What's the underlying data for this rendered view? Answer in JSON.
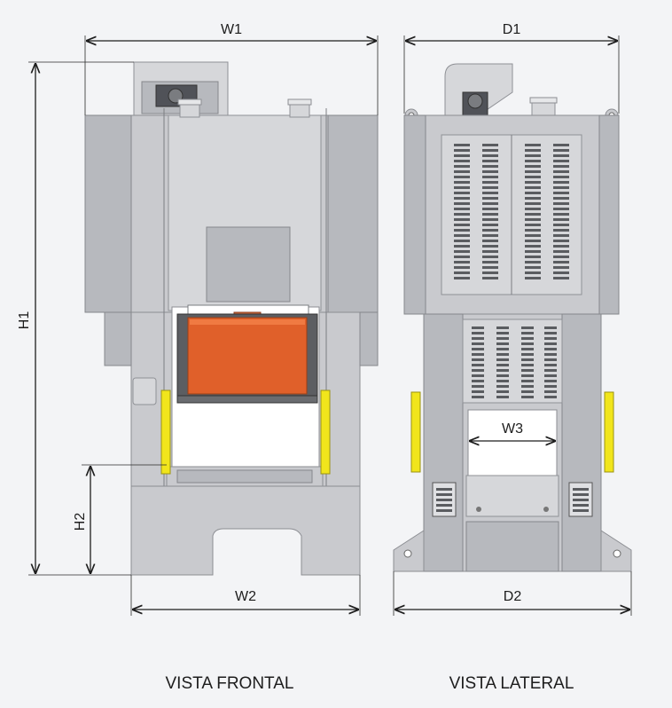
{
  "dimensions": {
    "w1": "W1",
    "d1": "D1",
    "h1": "H1",
    "h2": "H2",
    "w2": "W2",
    "w3": "W3",
    "d2": "D2"
  },
  "views": {
    "front": "VISTA FRONTAL",
    "side": "VISTA LATERAL"
  },
  "colors": {
    "background": "#f3f4f6",
    "steel": "#c9cace",
    "die_orange": "#e0602a",
    "safety_yellow": "#f1e51c"
  }
}
